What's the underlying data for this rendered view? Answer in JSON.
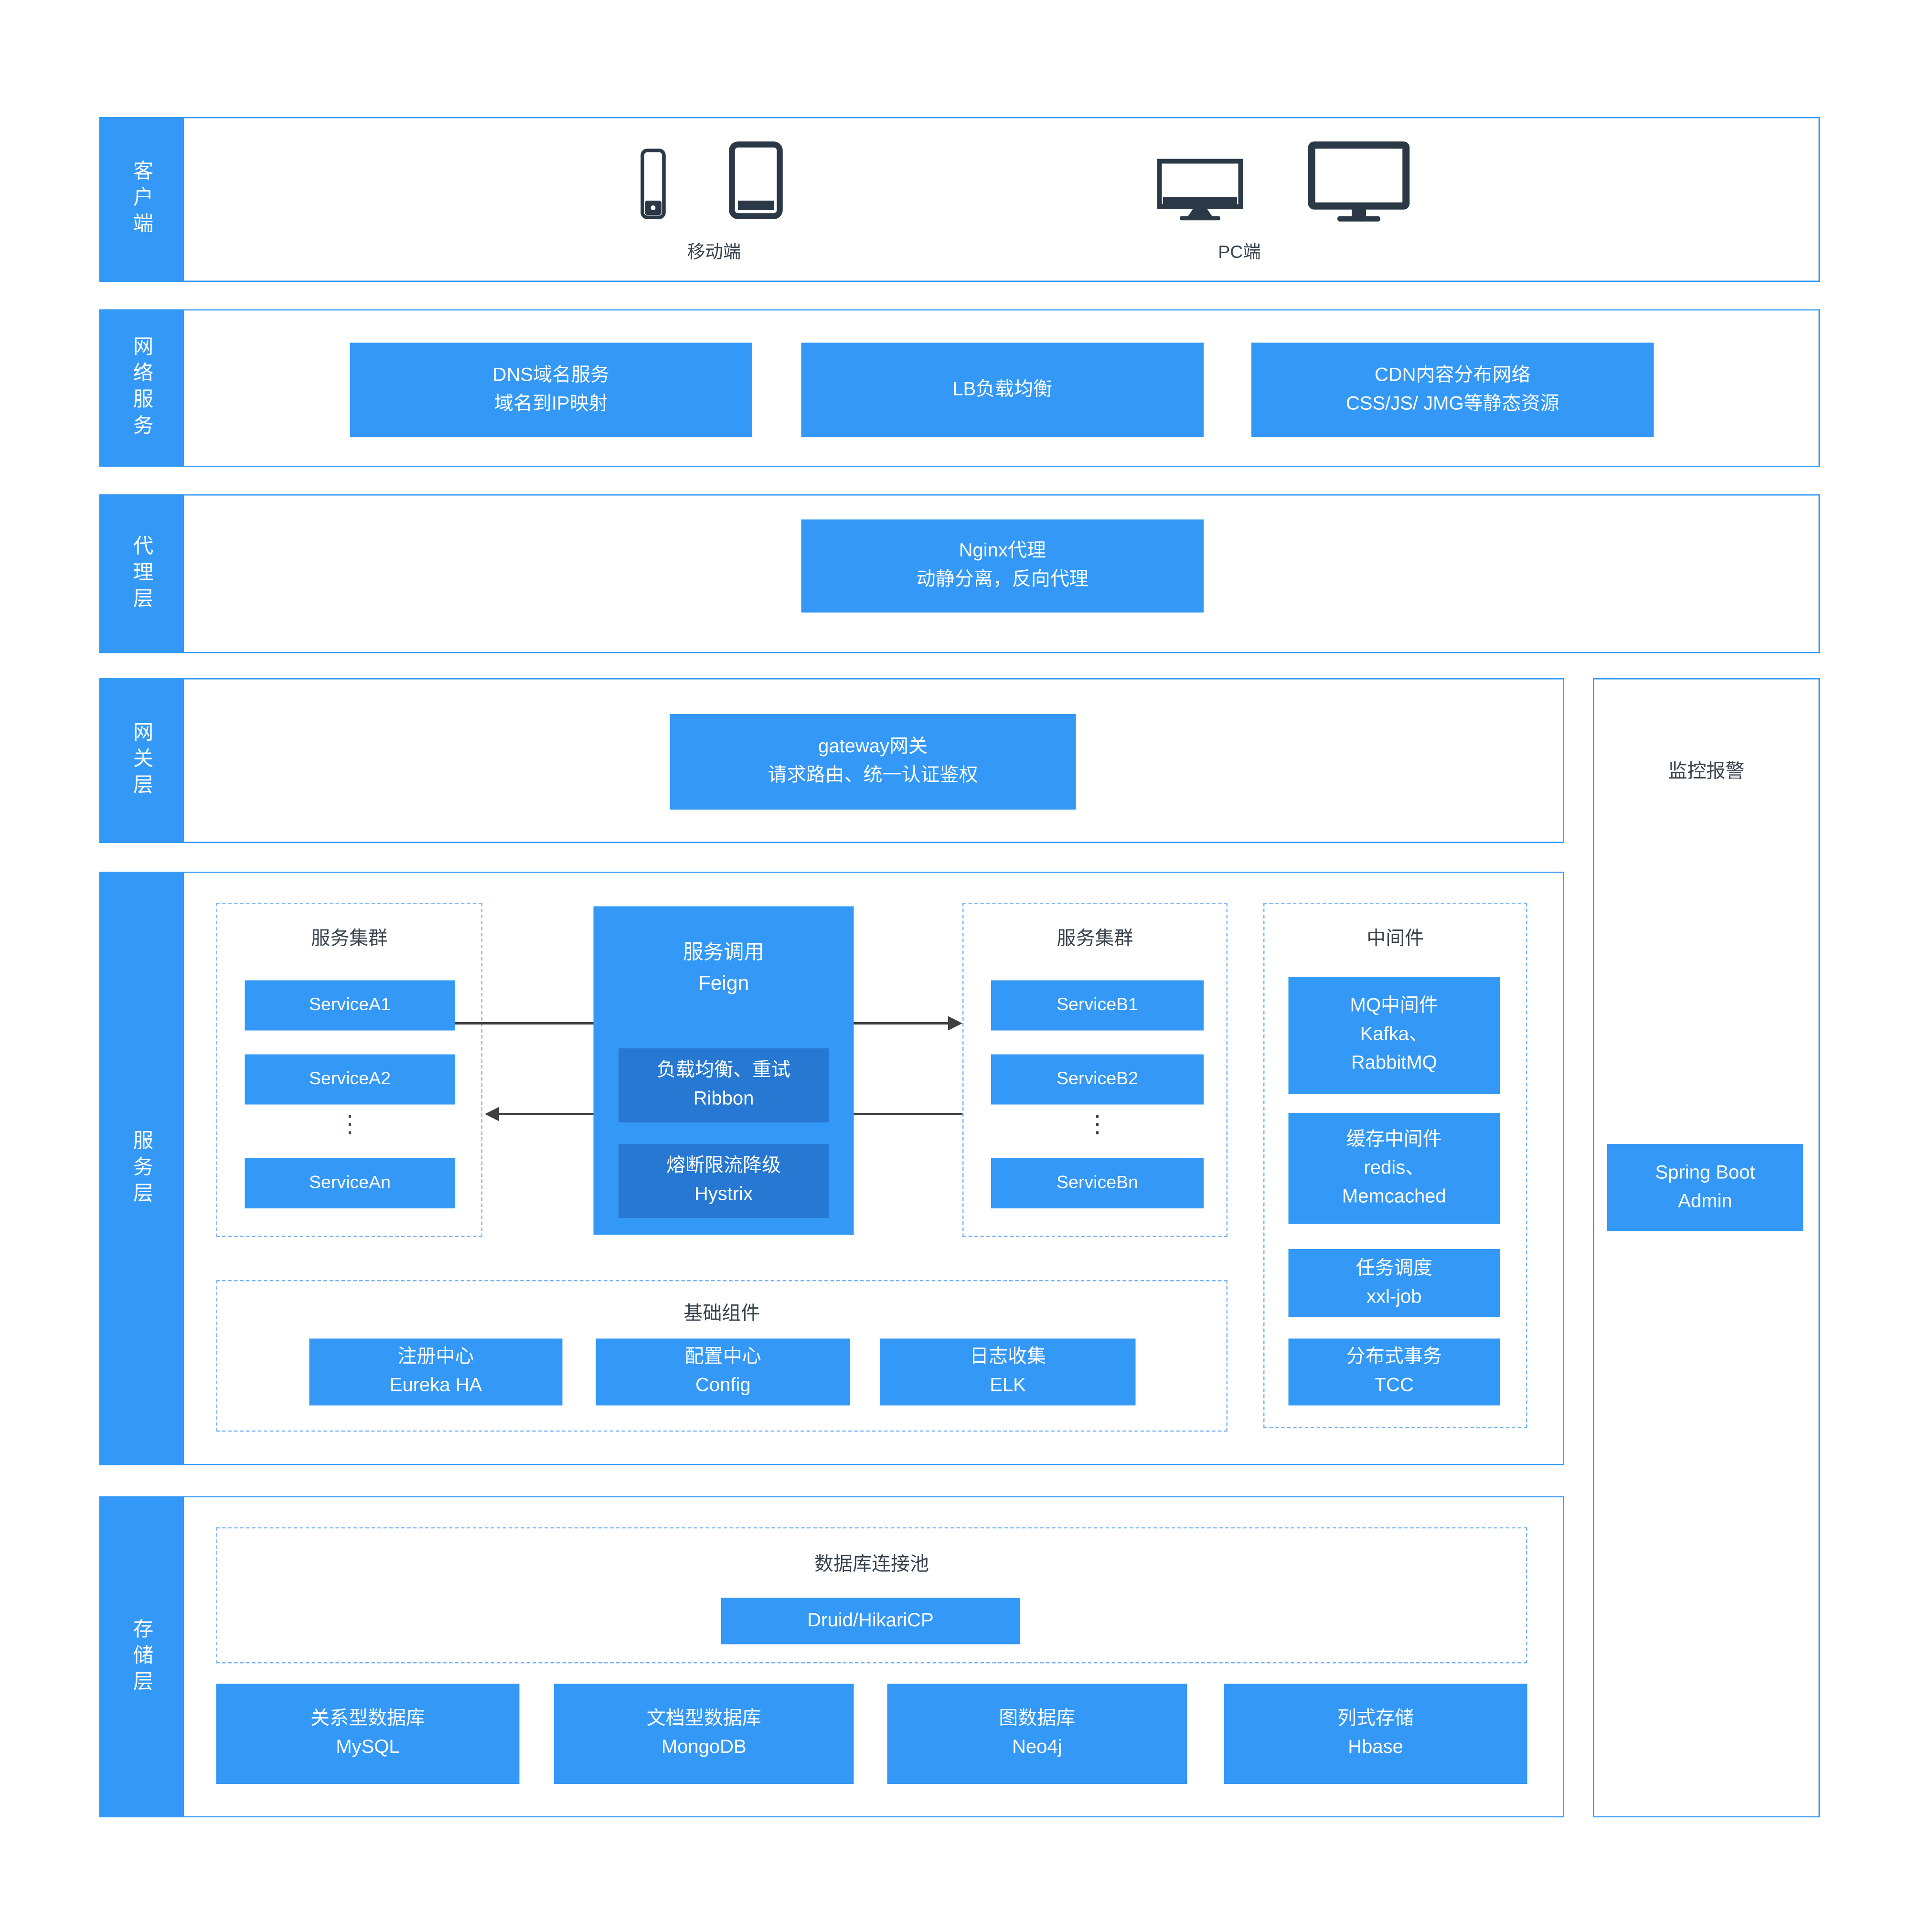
{
  "client": {
    "label": "客户端",
    "mobile_caption": "移动端",
    "pc_caption": "PC端",
    "icons": [
      "smartphone-icon",
      "tablet-icon",
      "monitor-icon",
      "desktop-icon"
    ]
  },
  "network": {
    "label": "网络服务",
    "dns": {
      "line1": "DNS域名服务",
      "line2": "域名到IP映射"
    },
    "lb": {
      "line1": "LB负载均衡"
    },
    "cdn": {
      "line1": "CDN内容分布网络",
      "line2": "CSS/JS/ JMG等静态资源"
    }
  },
  "proxy": {
    "label": "代理层",
    "nginx": {
      "line1": "Nginx代理",
      "line2": "动静分离，反向代理"
    }
  },
  "gateway": {
    "label": "网关层",
    "box": {
      "line1": "gateway网关",
      "line2": "请求路由、统一认证鉴权"
    }
  },
  "service": {
    "label": "服务层",
    "cluster_a": {
      "title": "服务集群",
      "item1": "ServiceA1",
      "item2": "ServiceA2",
      "ellipsis": "⋮",
      "item3": "ServiceAn"
    },
    "feign": {
      "line1": "服务调用",
      "line2": "Feign",
      "ribbon": {
        "line1": "负载均衡、重试",
        "line2": "Ribbon"
      },
      "hystrix": {
        "line1": "熔断限流降级",
        "line2": "Hystrix"
      }
    },
    "cluster_b": {
      "title": "服务集群",
      "item1": "ServiceB1",
      "item2": "ServiceB2",
      "ellipsis": "⋮",
      "item3": "ServiceBn"
    },
    "middleware": {
      "title": "中间件",
      "mq": {
        "line1": "MQ中间件",
        "line2": "Kafka、",
        "line3": "RabbitMQ"
      },
      "cache": {
        "line1": "缓存中间件",
        "line2": "redis、",
        "line3": "Memcached"
      },
      "scheduler": {
        "line1": "任务调度",
        "line2": "xxl-job"
      },
      "transaction": {
        "line1": "分布式事务",
        "line2": "TCC"
      }
    },
    "base": {
      "title": "基础组件",
      "registry": {
        "line1": "注册中心",
        "line2": "Eureka HA"
      },
      "config": {
        "line1": "配置中心",
        "line2": "Config"
      },
      "log": {
        "line1": "日志收集",
        "line2": "ELK"
      }
    }
  },
  "storage": {
    "label": "存储层",
    "pool": {
      "title": "数据库连接池",
      "box": "Druid/HikariCP"
    },
    "mysql": {
      "line1": "关系型数据库",
      "line2": "MySQL"
    },
    "mongodb": {
      "line1": "文档型数据库",
      "line2": "MongoDB"
    },
    "neo4j": {
      "line1": "图数据库",
      "line2": "Neo4j"
    },
    "hbase": {
      "line1": "列式存储",
      "line2": "Hbase"
    }
  },
  "monitoring": {
    "title": "监控报警",
    "box": {
      "line1": "Spring Boot",
      "line2": "Admin"
    }
  },
  "colors": {
    "primary": "#3398f6",
    "primary_dark": "#2678d3",
    "dashed_border": "#7ab4f0",
    "text_dark": "#3a4450",
    "arrow": "#3f3f3f",
    "icon": "#2b3947"
  }
}
